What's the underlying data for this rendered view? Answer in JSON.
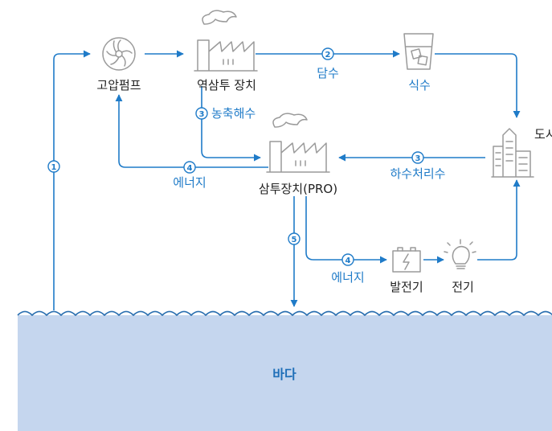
{
  "nodes": {
    "pump": "고압펌프",
    "ro_plant": "역삼투 장치",
    "drinking_water": "식수",
    "city": "도시",
    "pro_plant": "삼투장치(PRO)",
    "generator": "발전기",
    "electricity": "전기",
    "sea": "바다"
  },
  "flows": {
    "fresh_water": "담수",
    "concentrated_seawater": "농축해수",
    "wastewater_treatment": "하수처리수",
    "energy_to_pump": "에너지",
    "energy_to_generator": "에너지"
  },
  "step_numbers": {
    "n1": "1",
    "n2": "2",
    "n3a": "3",
    "n3b": "3",
    "n4a": "4",
    "n4b": "4",
    "n5": "5"
  },
  "colors": {
    "flow_arrow": "#1f7bc8",
    "icon_gray": "#9a9a9a",
    "sea_fill": "#c5d6ee",
    "sea_wave": "#2a6fb0"
  },
  "icons": [
    "fan-icon",
    "factory-icon",
    "glass-icon",
    "building-icon",
    "battery-icon",
    "lightbulb-icon"
  ]
}
